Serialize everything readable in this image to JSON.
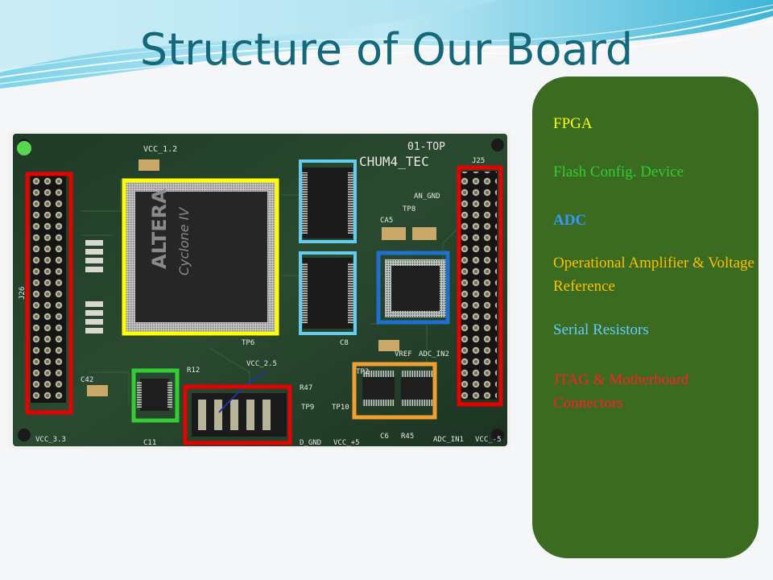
{
  "title": "Structure of Our Board",
  "legend": {
    "items": [
      {
        "label": "FPGA",
        "color": "#ffff00"
      },
      {
        "label": "Flash Config. Device",
        "color": "#33cc33"
      },
      {
        "label": "ADC",
        "color": "#3399ff"
      },
      {
        "label": "Operational Amplifier & Voltage Reference",
        "color": "#ffc000"
      },
      {
        "label": "Serial Resistors",
        "color": "#66ccff"
      },
      {
        "label": "JTAG & Motherboard Connectors",
        "color": "#ff2020"
      }
    ]
  },
  "board": {
    "silkscreen": {
      "board_name": "CHUM4_TEC",
      "board_rev": "01-TOP",
      "fpga_brand": "ALTERA",
      "fpga_family": "Cyclone IV",
      "vcc_12": "VCC_1.2",
      "vcc_33": "VCC_3.3",
      "vcc_25": "VCC_2.5",
      "an_gnd": "AN_GND",
      "d_gnd": "D_GND",
      "vcc_p5": "VCC_+5",
      "vcc_m5": "VCC_-5",
      "adc_in1": "ADC_IN1",
      "adc_in2": "ADC_IN2",
      "vref": "VREF",
      "j25": "J25",
      "j26": "J26",
      "tp8": "TP8",
      "tp6": "TP6",
      "tp2": "TP2",
      "tp9": "TP9",
      "tp10": "TP10",
      "ca5": "CA5",
      "c6": "C6",
      "c8": "C8",
      "c11": "C11",
      "c42": "C42",
      "r12": "R12",
      "r45": "R45",
      "r47": "R47"
    }
  }
}
